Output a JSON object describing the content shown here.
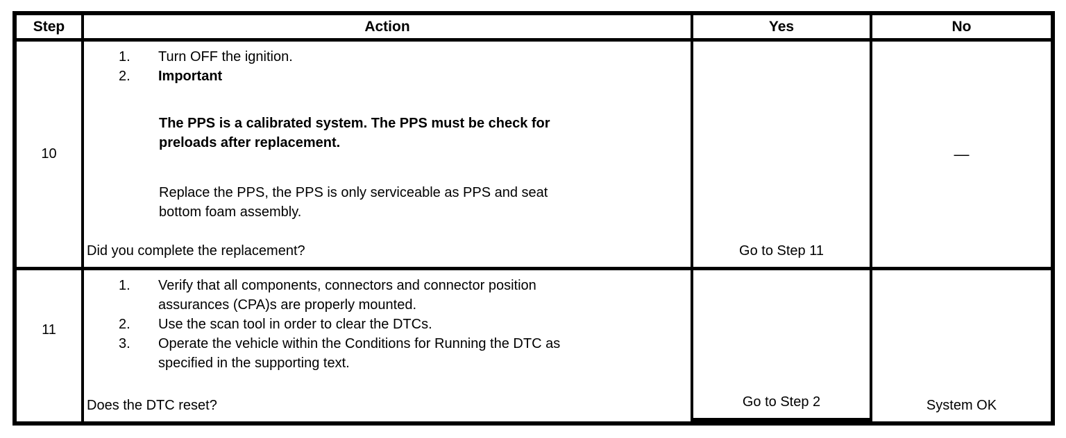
{
  "table": {
    "headers": {
      "step": "Step",
      "action": "Action",
      "yes": "Yes",
      "no": "No"
    },
    "rows": [
      {
        "step": "10",
        "list": [
          {
            "num": "1.",
            "lines": [
              "Turn OFF the ignition."
            ]
          },
          {
            "num": "2.",
            "lines": [
              "Important"
            ]
          }
        ],
        "paragraphs": [
          {
            "lines": [
              "The PPS is a calibrated system. The PPS must be check for",
              "preloads after replacement."
            ]
          },
          {
            "lines": [
              "Replace the PPS, the PPS is only serviceable as PPS and seat",
              "bottom foam assembly."
            ]
          }
        ],
        "question": "Did you complete the replacement?",
        "yes": "Go to Step 11",
        "no": "—"
      },
      {
        "step": "11",
        "list": [
          {
            "num": "1.",
            "lines": [
              "Verify that all components, connectors and connector position",
              "assurances (CPA)s are properly mounted."
            ]
          },
          {
            "num": "2.",
            "lines": [
              "Use the scan tool in order to clear the DTCs."
            ]
          },
          {
            "num": "3.",
            "lines": [
              "Operate the vehicle within the Conditions for Running the DTC as",
              "specified in the supporting text."
            ]
          }
        ],
        "question": "Does the DTC reset?",
        "yes": "Go to Step 2",
        "no": "System OK"
      }
    ]
  }
}
